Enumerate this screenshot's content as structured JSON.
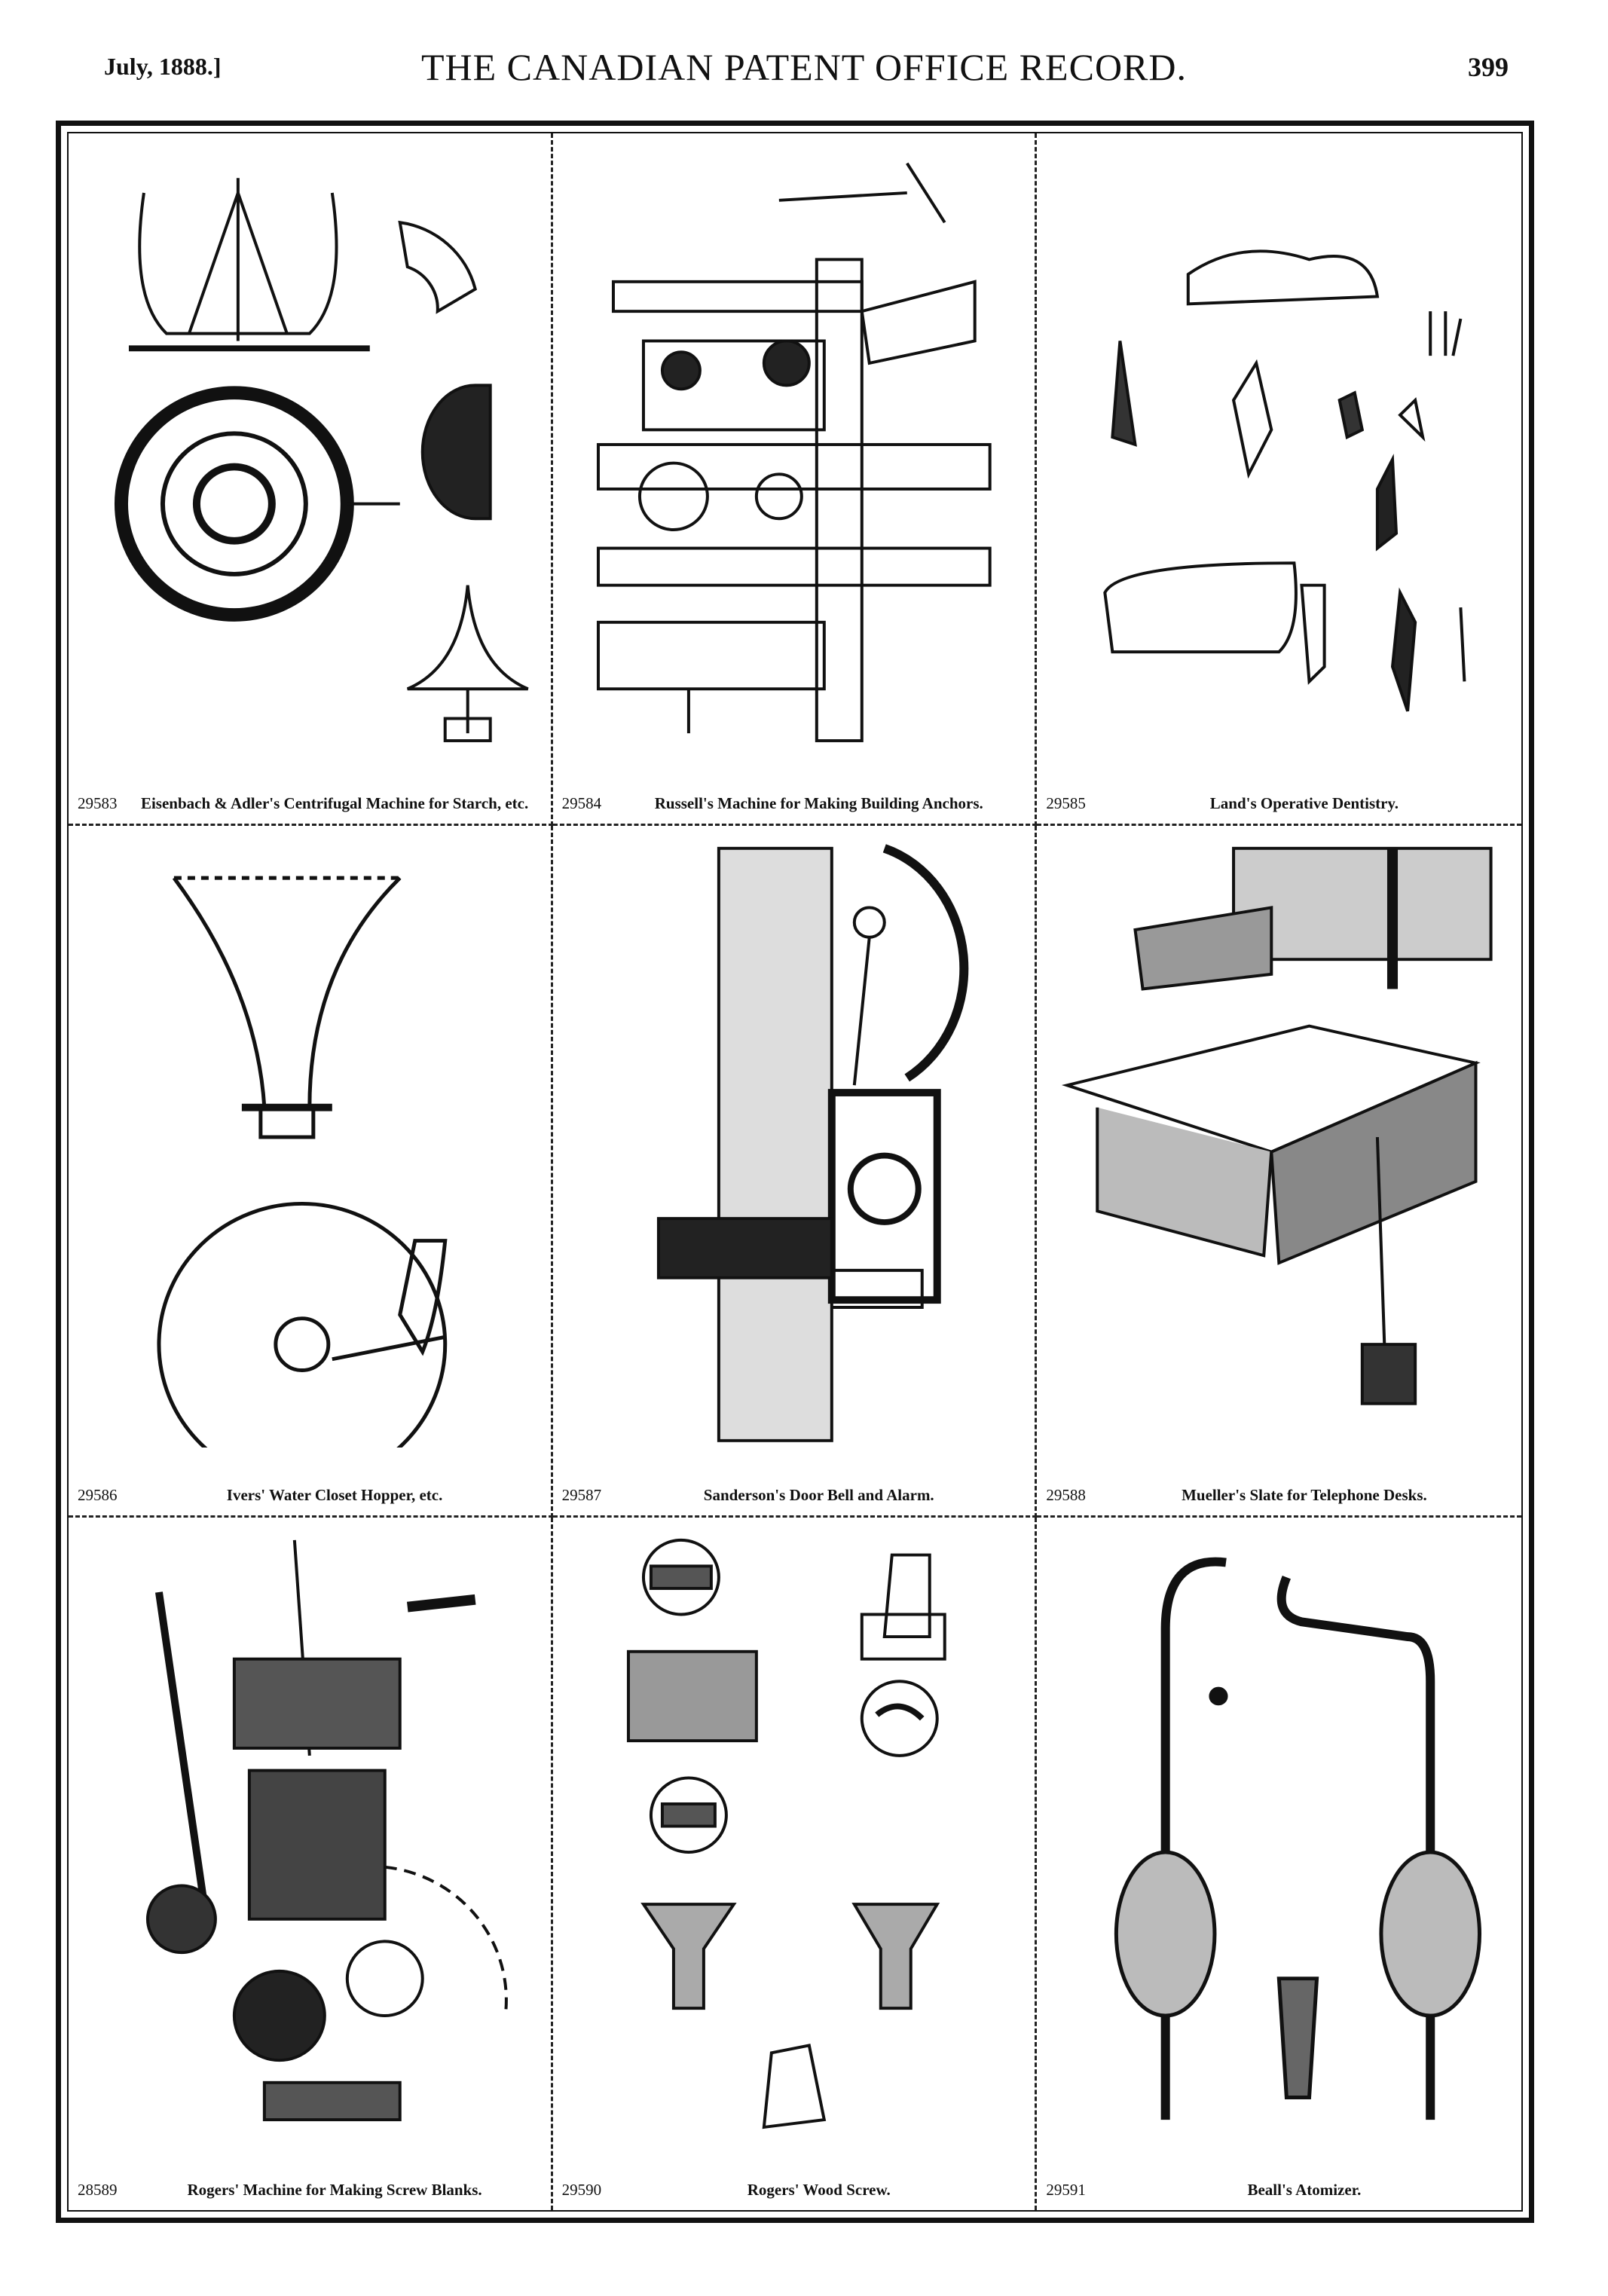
{
  "header": {
    "date": "July, 1888.]",
    "title": "THE CANADIAN PATENT OFFICE RECORD.",
    "page": "399"
  },
  "patents": [
    {
      "number": "29583",
      "caption": "Eisenbach & Adler's Centrifugal Machine for Starch, etc.",
      "illustration": "centrifugal-machine-drawing"
    },
    {
      "number": "29584",
      "caption": "Russell's Machine for Making Building Anchors.",
      "illustration": "building-anchor-machine-drawing"
    },
    {
      "number": "29585",
      "caption": "Land's Operative Dentistry.",
      "illustration": "dentistry-drawing"
    },
    {
      "number": "29586",
      "caption": "Ivers' Water Closet Hopper, etc.",
      "illustration": "water-closet-hopper-drawing"
    },
    {
      "number": "29587",
      "caption": "Sanderson's Door Bell and Alarm.",
      "illustration": "door-bell-drawing"
    },
    {
      "number": "29588",
      "caption": "Mueller's Slate for Telephone Desks.",
      "illustration": "telephone-slate-drawing"
    },
    {
      "number": "28589",
      "caption": "Rogers' Machine for Making Screw Blanks.",
      "illustration": "screw-blank-machine-drawing"
    },
    {
      "number": "29590",
      "caption": "Rogers' Wood Screw.",
      "illustration": "wood-screw-drawing"
    },
    {
      "number": "29591",
      "caption": "Beall's Atomizer.",
      "illustration": "atomizer-drawing"
    }
  ]
}
